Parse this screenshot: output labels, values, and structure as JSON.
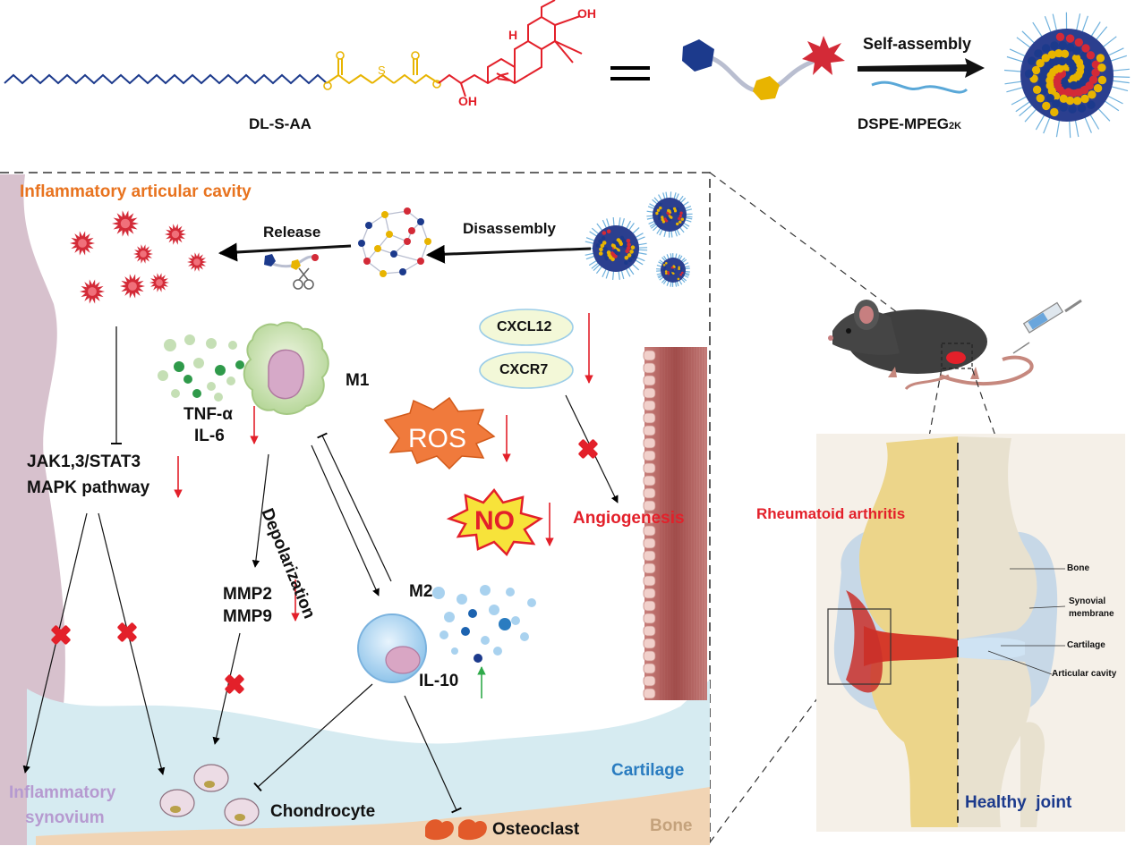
{
  "header": {
    "compound_label": "DL-S-AA",
    "stick_label": "=",
    "self_assembly_label": "Self-assembly",
    "dspe_label": "DSPE-MPEG",
    "dspe_sub": "2K",
    "oh_top": "OH",
    "oh_bottom": "OH",
    "h_label": "H",
    "s_label": "S"
  },
  "panel": {
    "cavity_title": "Inflammatory articular cavity",
    "release": "Release",
    "disassembly": "Disassembly",
    "m1": "M1",
    "tnf": "TNF-α",
    "il6": "IL-6",
    "jak_line1": "JAK1,3/STAT3",
    "jak_line2": "MAPK pathway",
    "depolarization": "Depolarization",
    "cxcl12": "CXCL12",
    "cxcr7": "CXCR7",
    "ros": "ROS",
    "no": "NO",
    "angiogenesis": "Angiogenesis",
    "mmp2": "MMP2",
    "mmp9": "MMP9",
    "m2": "M2",
    "il10": "IL-10",
    "cartilage": "Cartilage",
    "synovium_1": "Inflammatory",
    "synovium_2": "synovium",
    "chondrocyte": "Chondrocyte",
    "osteoclast": "Osteoclast",
    "bone": "Bone"
  },
  "joint": {
    "ra": "Rheumatoid arthritis",
    "bone": "Bone",
    "synovial_1": "Synovial",
    "synovial_2": "membrane",
    "cartilage": "Cartilage",
    "cavity": "Articular cavity",
    "healthy": "Healthy  joint"
  },
  "colors": {
    "orange": "#e8731f",
    "red": "#e3202a",
    "navy": "#1c3a8c",
    "purple": "#b69ad0",
    "cartilage_blue": "#2a7cc0",
    "bone_tan": "#c4a27c"
  }
}
